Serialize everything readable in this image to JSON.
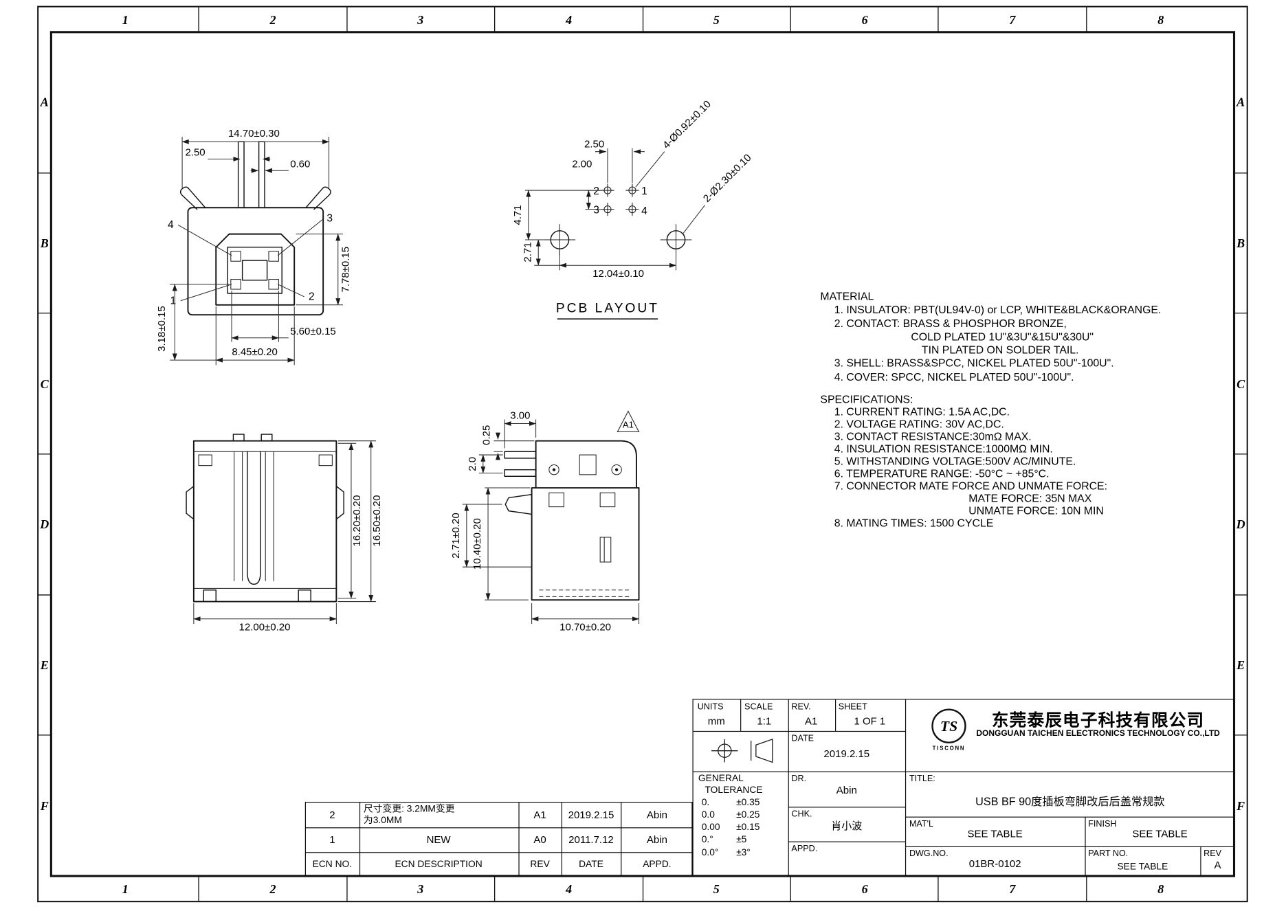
{
  "frame": {
    "cols": [
      "1",
      "2",
      "3",
      "4",
      "5",
      "6",
      "7",
      "8"
    ],
    "rows": [
      "A",
      "B",
      "C",
      "D",
      "E",
      "F"
    ]
  },
  "views": {
    "front": {
      "dims": {
        "width": "14.70±0.30",
        "pin_pitch": "2.50",
        "pin_width": "0.60",
        "opening_height": "7.78±0.15",
        "contact_height": "3.18±0.15",
        "contact_span": "5.60±0.15",
        "opening_width": "8.45±0.20"
      },
      "pins": {
        "p1": "1",
        "p2": "2",
        "p3": "3",
        "p4": "4"
      }
    },
    "pcb": {
      "caption": "PCB LAYOUT",
      "dims": {
        "pin_pitch_x": "2.50",
        "pin_pitch_y": "2.00",
        "row_to_hole": "4.71",
        "hole_to_edge": "2.71",
        "hole_span": "12.04±0.10",
        "pin_holes": "4-Ø0.92±0.10",
        "mount_holes": "2-Ø2.30±0.10"
      },
      "pins": {
        "p1": "1",
        "p2": "2",
        "p3": "3",
        "p4": "4"
      }
    },
    "side": {
      "dims": {
        "height_inner": "16.20±0.20",
        "height_outer": "16.50±0.20",
        "width": "12.00±0.20"
      }
    },
    "profile": {
      "rev_flag": "A1",
      "dims": {
        "tip": "0.25",
        "pin_length": "3.00",
        "pin_pitch": "2.0",
        "leg": "2.71±0.20",
        "body_height": "10.40±0.20",
        "width": "10.70±0.20"
      }
    }
  },
  "material": {
    "heading": "MATERIAL",
    "lines": [
      "1. INSULATOR: PBT(UL94V-0) or LCP, WHITE&BLACK&ORANGE.",
      "2. CONTACT: BRASS & PHOSPHOR BRONZE,",
      "COLD PLATED 1U\"&3U\"&15U\"&30U\"",
      "TIN PLATED ON SOLDER TAIL.",
      "3. SHELL: BRASS&SPCC, NICKEL PLATED 50U\"-100U\".",
      "4. COVER: SPCC, NICKEL PLATED 50U\"-100U\"."
    ]
  },
  "specifications": {
    "heading": "SPECIFICATIONS:",
    "lines": [
      "1. CURRENT RATING: 1.5A AC,DC.",
      "2. VOLTAGE RATING: 30V AC,DC.",
      "3. CONTACT RESISTANCE:30mΩ MAX.",
      "4. INSULATION RESISTANCE:1000MΩ MIN.",
      "5. WITHSTANDING VOLTAGE:500V AC/MINUTE.",
      "6. TEMPERATURE RANGE: -50°C ~ +85°C.",
      "7. CONNECTOR MATE FORCE AND UNMATE FORCE:",
      "MATE FORCE: 35N MAX",
      "UNMATE FORCE: 10N MIN",
      "8. MATING TIMES: 1500 CYCLE"
    ]
  },
  "ecn_table": {
    "headers": {
      "ecn": "ECN NO.",
      "description": "ECN DESCRIPTION",
      "rev": "REV",
      "date": "DATE",
      "appd": "APPD."
    },
    "rows": [
      {
        "ecn": "2",
        "desc1": "尺寸变更: 3.2MM变更",
        "desc2": "为3.0MM",
        "rev": "A1",
        "date": "2019.2.15",
        "appd": "Abin"
      },
      {
        "ecn": "1",
        "desc1": "NEW",
        "desc2": "",
        "rev": "A0",
        "date": "2011.7.12",
        "appd": "Abin"
      }
    ]
  },
  "title_block": {
    "units": {
      "label": "UNITS",
      "value": "mm"
    },
    "scale": {
      "label": "SCALE",
      "value": "1:1"
    },
    "rev": {
      "label": "REV.",
      "value": "A1"
    },
    "sheet": {
      "label": "SHEET",
      "value": "1 OF 1"
    },
    "date": {
      "label": "DATE",
      "value": "2019.2.15"
    },
    "tolerance": {
      "label1": "GENERAL",
      "label2": "TOLERANCE",
      "rows": [
        {
          "label": "0.",
          "value": "±0.35"
        },
        {
          "label": "0.0",
          "value": "±0.25"
        },
        {
          "label": "0.00",
          "value": "±0.15"
        },
        {
          "label": "0.°",
          "value": "±5"
        },
        {
          "label": "0.0°",
          "value": "±3°"
        }
      ]
    },
    "dr": {
      "label": "DR.",
      "value": "Abin"
    },
    "chk": {
      "label": "CHK.",
      "value": "肖小波"
    },
    "appd": {
      "label": "APPD.",
      "value": ""
    },
    "company": {
      "logo_text": "TS",
      "logo_sub": "TISCONN",
      "name_cn": "东莞泰辰电子科技有限公司",
      "name_en": "DONGGUAN TAICHEN ELECTRONICS TECHNOLOGY CO.,LTD"
    },
    "title": {
      "label": "TITLE:",
      "value": "USB BF 90度插板弯脚改后后盖常规款"
    },
    "matl": {
      "label": "MAT'L",
      "value": "SEE TABLE"
    },
    "finish": {
      "label": "FINISH",
      "value": "SEE TABLE"
    },
    "dwg_no": {
      "label": "DWG.NO.",
      "value": "01BR-0102"
    },
    "part_no": {
      "label": "PART NO.",
      "value": "SEE TABLE"
    },
    "rev_block": {
      "label": "REV",
      "value": "A"
    }
  }
}
